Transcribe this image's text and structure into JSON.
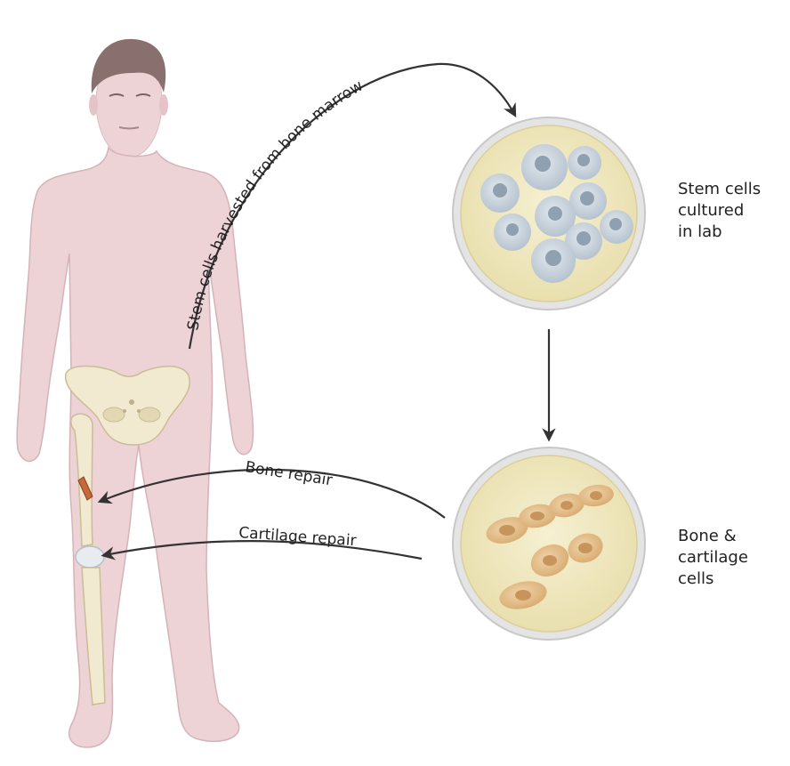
{
  "labels": {
    "harvest": "Stem cells harvested from bone marrow",
    "cultured": "Stem cells\ncultured\nin lab",
    "bone_repair": "Bone repair",
    "cartilage_repair": "Cartilage repair",
    "bone_cartilage": "Bone &\ncartilage\ncells"
  },
  "colors": {
    "skin": "#eed3d6",
    "skin_outline": "#d4b3b8",
    "hair": "#8a6f6f",
    "bone": "#f1ead1",
    "bone_outline": "#c9bd95",
    "dish_rim": "#d8d8d8",
    "dish_medium": "#f0e8c0",
    "stem_cell": "#c9d4dd",
    "stem_nucleus": "#8fa0b1",
    "diff_cell": "#e7c392",
    "diff_nucleus": "#c7955b",
    "arrow": "#333333"
  },
  "icons": {
    "human_figure": "human-figure-icon",
    "stem_dish": "petri-dish-icon",
    "diff_dish": "petri-dish-icon"
  }
}
